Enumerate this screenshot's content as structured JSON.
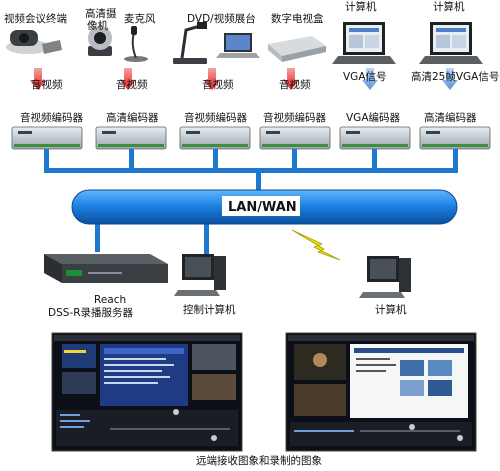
{
  "devices": {
    "video_conf": "视频会议终端",
    "hd_camera_line1": "高清摄",
    "hd_camera_line2": "像机",
    "microphone": "麦克风",
    "dvd_booth": "DVD/视频展台",
    "tv_box": "数字电视盒",
    "computer_a": "计算机",
    "computer_b": "计算机"
  },
  "signals": {
    "av1": "音视频",
    "av2": "音视频",
    "av3": "音视频",
    "av4": "音视频",
    "vga": "VGA信号",
    "hd_vga": "高清25帧VGA信号"
  },
  "encoders": {
    "e1": "音视频编码器",
    "e2": "高清编码器",
    "e3": "音视频编码器",
    "e4": "音视频编码器",
    "e5": "VGA编码器",
    "e6": "高清编码器"
  },
  "network": {
    "label": "LAN/WAN"
  },
  "bottom": {
    "server_line1": "Reach",
    "server_line2": "DSS-R录播服务器",
    "control_pc": "控制计算机",
    "remote_pc": "计算机",
    "caption": "远端接收图象和录制的图象"
  },
  "colors": {
    "arrow_red": "#e0231e",
    "arrow_blue": "#6f9fdc",
    "network_blue": "#1f78d0",
    "lightning": "#f2e000"
  }
}
